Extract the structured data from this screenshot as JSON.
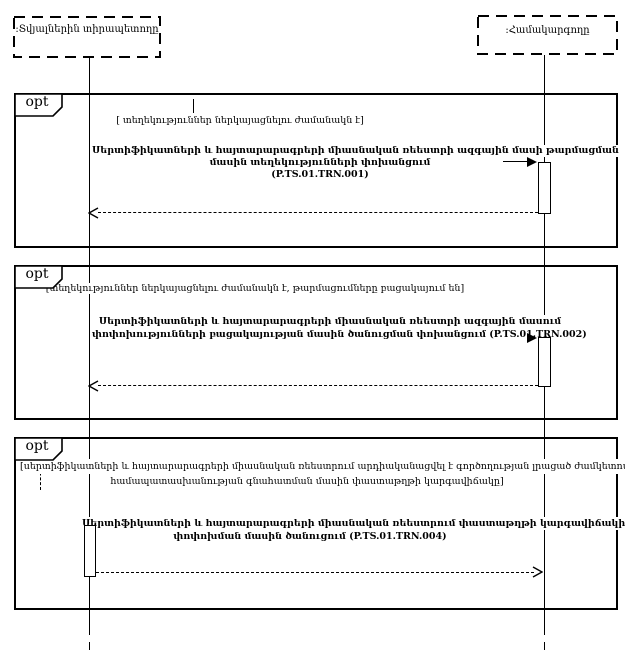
{
  "diagram": {
    "type": "uml-sequence-diagram",
    "colors": {
      "line": "#000000",
      "background": "#ffffff"
    },
    "participants": [
      {
        "label": ":Տվյալներին տիրապետողը"
      },
      {
        "label": ":Համակարգողը"
      }
    ],
    "fragments": [
      {
        "operator": "opt",
        "guard_lines": [
          "[ տեղեկություններ ներկայացնելու ժամանակն է]"
        ],
        "message_lines": [
          "Սերտիֆիկատների և հայտարարագրերի միասնական ռեեստրի ազգային մասի թարմացման",
          "մասին տեղեկությունների փոխանցում",
          "(P.TS.01.TRN.001)"
        ]
      },
      {
        "operator": "opt",
        "guard_lines": [
          "[տեղեկություններ ներկայացնելու ժամանակն է, թարմացումները բացակայում են]"
        ],
        "message_lines": [
          "Սերտիֆիկատների և հայտարարագրերի միասնական ռեեստրի ազգային մասում",
          "փոփոխությունների բացակայության մասին ծանուցման փոխանցում (P.TS.01.TRN.002)"
        ]
      },
      {
        "operator": "opt",
        "guard_lines": [
          "[սերտիֆիկատների և հայտարարագրերի միասնական ռեեստրում արդիականացվել է գործողության լրացած ժամկետով՝",
          "համապատասխանության գնահատման մասին փաստաթղթի կարգավիճակը]"
        ],
        "message_lines": [
          "Սերտիֆիկատների և հայտարարագրերի միասնական ռեեստրում փաստաթղթի կարգավիճակի",
          "փոփոխման մասին ծանուցում (P.TS.01.TRN.004)"
        ]
      }
    ]
  }
}
